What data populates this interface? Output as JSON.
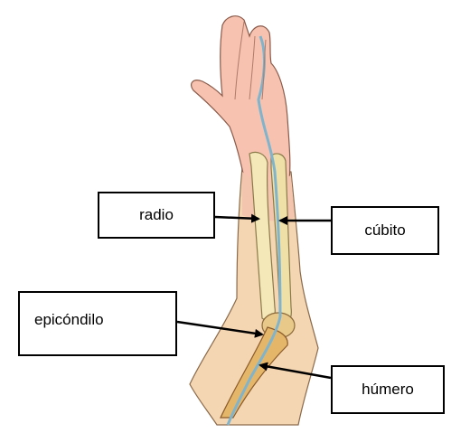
{
  "labels": {
    "radio": "radio",
    "cubito": "cúbito",
    "epicondilo": "epicóndilo",
    "humero": "húmero"
  },
  "colors": {
    "skin": "#f7c9b3",
    "skin_arm": "#f6d9b8",
    "bone": "#f3e6b0",
    "nerve": "#7fb6cf",
    "outline": "#4a3a2a"
  },
  "icons": [
    "arrow-pointer"
  ]
}
